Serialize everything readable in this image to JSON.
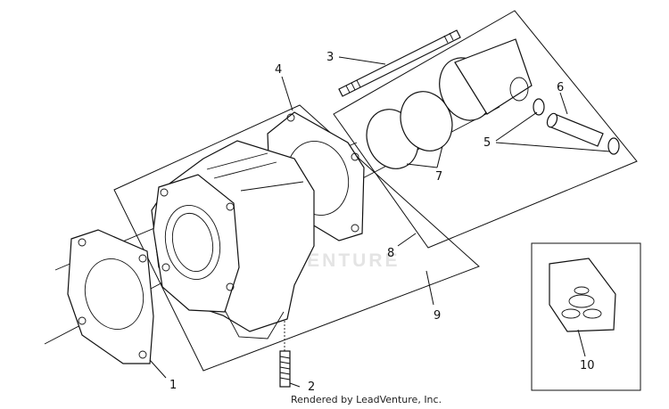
{
  "diagram": {
    "callouts": [
      {
        "id": "1",
        "text": "1"
      },
      {
        "id": "2",
        "text": "2"
      },
      {
        "id": "3",
        "text": "3"
      },
      {
        "id": "4",
        "text": "4"
      },
      {
        "id": "5",
        "text": "5"
      },
      {
        "id": "6",
        "text": "6"
      },
      {
        "id": "7",
        "text": "7"
      },
      {
        "id": "8",
        "text": "8"
      },
      {
        "id": "9",
        "text": "9"
      },
      {
        "id": "10",
        "text": "10"
      }
    ],
    "watermark": "LEADVENTURE",
    "credit": "Rendered by LeadVenture, Inc."
  }
}
